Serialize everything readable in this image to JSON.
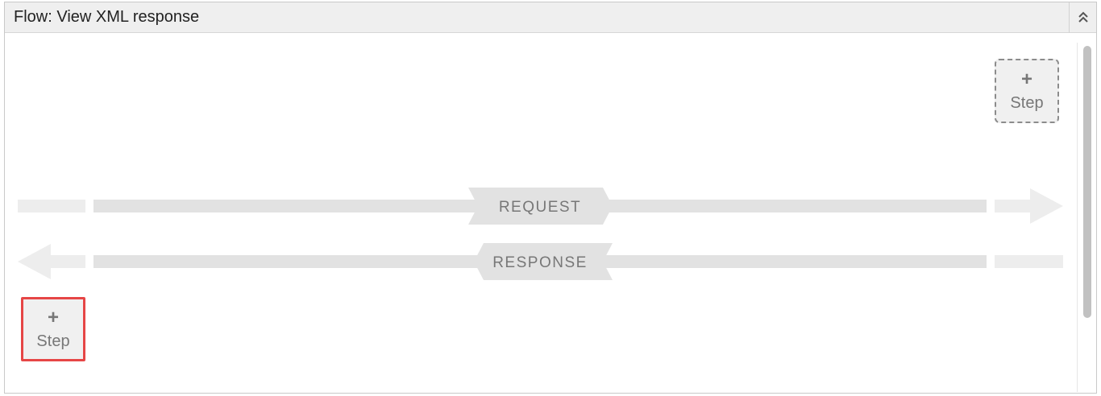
{
  "panel": {
    "title": "Flow: View XML response",
    "collapse_icon": "double-chevron-up-icon"
  },
  "flow": {
    "request_label": "REQUEST",
    "response_label": "RESPONSE"
  },
  "steps": {
    "top": {
      "plus": "+",
      "label": "Step"
    },
    "bottom": {
      "plus": "+",
      "label": "Step"
    }
  },
  "colors": {
    "pipe": "#e2e2e2",
    "pipe_light": "#ededed",
    "badge_text": "#777777",
    "highlight": "#e64646"
  }
}
